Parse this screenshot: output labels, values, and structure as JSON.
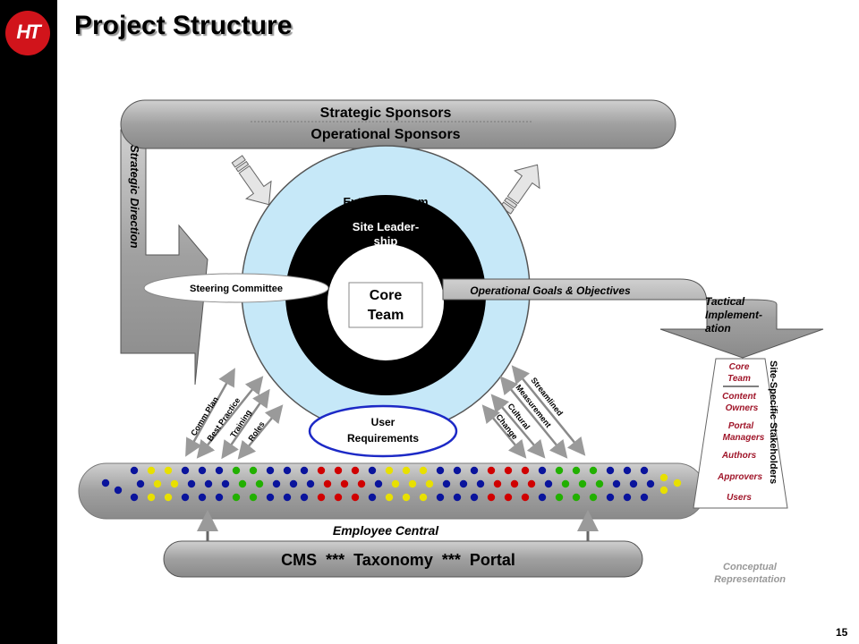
{
  "page": {
    "title": "Project Structure",
    "logo_text": "HT",
    "page_number": "15"
  },
  "sponsors": {
    "line1": "Strategic Sponsors",
    "line2": "Operational Sponsors"
  },
  "strategic_direction": "Strategic Direction",
  "rings": {
    "extended": "Extended  Team",
    "leadership": "Site Leader- ship",
    "core": "Core Team"
  },
  "steering_committee": "Steering Committee",
  "operational_goals": "Operational Goals & Objectives",
  "tactical": "Tactical Implement- ation",
  "stakeholders": {
    "title": "Site-Specific Stakeholders",
    "items": [
      "Core Team",
      "Content Owners",
      "Portal Managers",
      "Authors",
      "Approvers",
      "Users"
    ]
  },
  "left_arrows": [
    "Comm Plan",
    "Best Practice",
    "Training",
    "Roles"
  ],
  "right_arrows": [
    "Streamlined",
    "Measurement",
    "Cultural",
    "Change"
  ],
  "user_requirements": "User Requirements",
  "employee_central": "Employee Central",
  "cms_bar": "CMS  ***  Taxonomy  ***  Portal",
  "conceptual": "Conceptual Representation",
  "colors": {
    "accent_red": "#d1141b",
    "ring_light": "#c6e8f8",
    "bar_gray": "#a6a6a6",
    "dot_blue": "#0a149c",
    "dot_yellow": "#e8e000",
    "dot_green": "#22b000",
    "dot_red": "#d00000",
    "stakeholder_text": "#a0162a"
  }
}
